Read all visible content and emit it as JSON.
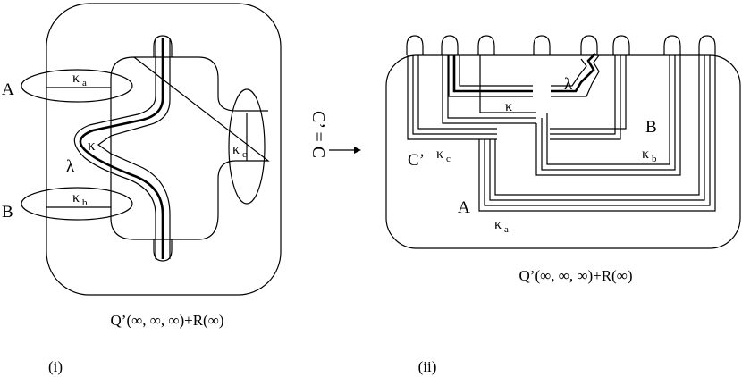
{
  "panel_i": {
    "label_A": "A",
    "label_B": "B",
    "label_C_eq": "C’ = C",
    "label_lambda": "λ",
    "label_kappa": "κ",
    "label_kappa_a": "κ",
    "sub_a": "a",
    "label_kappa_b": "κ",
    "sub_b": "b",
    "label_kappa_c": "κ",
    "sub_c": "c",
    "caption": "Q’(∞, ∞, ∞)+R(∞)",
    "tag": "(i)"
  },
  "arrow": "→",
  "panel_ii": {
    "label_A": "A",
    "label_B": "B",
    "label_C_prime": "C’",
    "label_lambda": "λ",
    "label_kappa": "κ",
    "label_kappa_a": "κ",
    "sub_a": "a",
    "label_kappa_b": "κ",
    "sub_b": "b",
    "label_kappa_c": "κ",
    "sub_c": "c",
    "caption": "Q’(∞, ∞, ∞)+R(∞)",
    "tag": "(ii)"
  }
}
